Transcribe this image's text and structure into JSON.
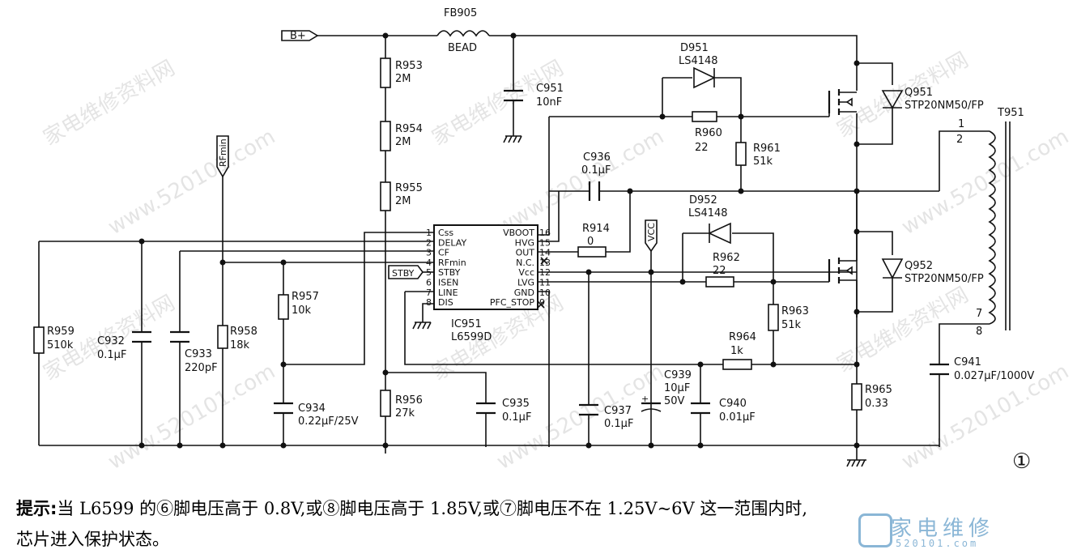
{
  "diagram": {
    "labels": {
      "fb905": "FB905",
      "bead": "BEAD",
      "bplus": "B+",
      "r953": "R953",
      "r953v": "2M",
      "r954": "R954",
      "r954v": "2M",
      "r955": "R955",
      "r955v": "2M",
      "c951": "C951",
      "c951v": "10nF",
      "d951": "D951",
      "d951v": "LS4148",
      "q951": "Q951",
      "q951v": "STP20NM50/FP",
      "r960": "R960",
      "r960v": "22",
      "r961": "R961",
      "r961v": "51k",
      "c936": "C936",
      "c936v": "0.1μF",
      "t951": "T951",
      "t1": "1",
      "t2": "2",
      "t7": "7",
      "t8": "8",
      "rfmin": "RFmin",
      "d952": "D952",
      "d952v": "LS4148",
      "r914": "R914",
      "r914v": "0",
      "vcc": "VCC",
      "q952": "Q952",
      "q952v": "STP20NM50/FP",
      "r962": "R962",
      "r962v": "22",
      "r963": "R963",
      "r963v": "51k",
      "stby": "STBY",
      "r957": "R957",
      "r957v": "10k",
      "r959": "R959",
      "r959v": "510k",
      "c932": "C932",
      "c932v": "0.1μF",
      "c933": "C933",
      "c933v": "220pF",
      "r958": "R958",
      "r958v": "18k",
      "ic": "IC951",
      "icv": "L6599D",
      "r964": "R964",
      "r964v": "1k",
      "c939": "C939",
      "c939v1": "10μF",
      "c939v2": "50V",
      "c941": "C941",
      "c941v": "0.027μF/1000V",
      "r956": "R956",
      "r956v": "27k",
      "c935": "C935",
      "c935v": "0.1μF",
      "c937": "C937",
      "c937v": "0.1μF",
      "c940": "C940",
      "c940v": "0.01μF",
      "r965": "R965",
      "r965v": "0.33",
      "c934": "C934",
      "c934v": "0.22μF/25V",
      "figno": "①"
    },
    "ic_pins_left": [
      "Css",
      "DELAY",
      "CF",
      "RFmin",
      "STBY",
      "ISEN",
      "LINE",
      "DIS"
    ],
    "ic_pins_right": [
      "VBOOT",
      "HVG",
      "OUT",
      "N.C.",
      "Vcc",
      "LVG",
      "GND",
      "PFC_STOP"
    ],
    "ic_pin_numbers_left": [
      "1",
      "2",
      "3",
      "4",
      "5",
      "6",
      "7",
      "8"
    ],
    "ic_pin_numbers_right": [
      "16",
      "15",
      "14",
      "13",
      "12",
      "11",
      "10",
      "9"
    ]
  },
  "note": {
    "prefix": "提示:",
    "text": "当 L6599 的⑥脚电压高于 0.8V,或⑧脚电压高于 1.85V,或⑦脚电压不在 1.25V~6V 这一范围内时,",
    "line2": "芯片进入保护状态。"
  },
  "watermark": {
    "cn": "家电维修资料网",
    "url": "www.520101.com"
  },
  "logo": {
    "brand": "家电维修",
    "url": "520101.com"
  }
}
